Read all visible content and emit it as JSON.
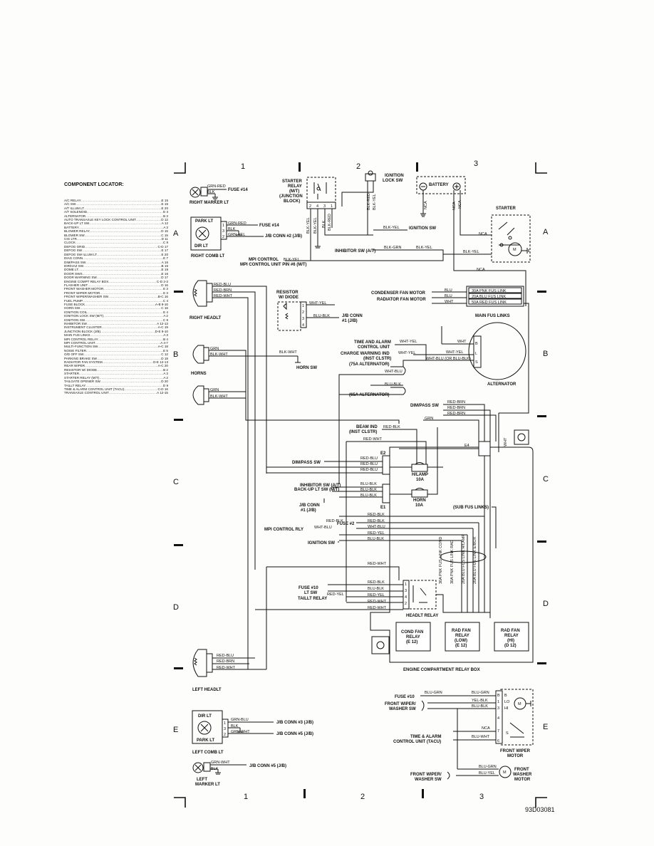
{
  "grid": {
    "columns": [
      "1",
      "2",
      "3"
    ],
    "rows": [
      "A",
      "B",
      "C",
      "D",
      "E"
    ]
  },
  "figure_id": "93D03081",
  "locator": {
    "title": "COMPONENT LOCATOR:",
    "items": [
      {
        "name": "A/C RELAY",
        "ref": "E 15"
      },
      {
        "name": "A/C SW",
        "ref": "E 15"
      },
      {
        "name": "A/T ILLUM LT",
        "ref": "E 20"
      },
      {
        "name": "A/T SOLENOID",
        "ref": "D 3"
      },
      {
        "name": "ALTERNATOR",
        "ref": "B 3"
      },
      {
        "name": "AUTO TRANSAXLE KEY LOCK CONTROL UNIT",
        "ref": "D 12"
      },
      {
        "name": "BACK-UP LT SW",
        "ref": "A 12"
      },
      {
        "name": "BATTERY",
        "ref": "A 3"
      },
      {
        "name": "BLOWER RELAY",
        "ref": "D 15"
      },
      {
        "name": "BLOWER SW",
        "ref": "C 15"
      },
      {
        "name": "CIG LTR",
        "ref": "D 11"
      },
      {
        "name": "CLOCK",
        "ref": "C 8"
      },
      {
        "name": "DEFOG GRID",
        "ref": "C-D 17"
      },
      {
        "name": "DEFOG SW",
        "ref": "E 17"
      },
      {
        "name": "DEFOG SW ILLUM LT",
        "ref": "E 20"
      },
      {
        "name": "DIAG CONN",
        "ref": "E 7"
      },
      {
        "name": "DIM/PASS SW",
        "ref": "A 16"
      },
      {
        "name": "DIR/HAZ SW",
        "ref": "B 16"
      },
      {
        "name": "DOME LT",
        "ref": "E 19"
      },
      {
        "name": "DOOR SWS",
        "ref": "E 16"
      },
      {
        "name": "DOOR WARNING SW",
        "ref": "D 17"
      },
      {
        "name": "ENGINE COMPT RELAY BOX",
        "ref": "C-D 2-3"
      },
      {
        "name": "FLASHER UNIT",
        "ref": "D 16"
      },
      {
        "name": "FRONT WASHER MOTOR",
        "ref": "E 3"
      },
      {
        "name": "FRONT WIPER MOTOR",
        "ref": "E 3"
      },
      {
        "name": "FRONT WIPER/WASHER SW",
        "ref": "B-C 16"
      },
      {
        "name": "FUEL PUMP",
        "ref": "C 4"
      },
      {
        "name": "FUSE BLOCK",
        "ref": "A-B 9-10"
      },
      {
        "name": "HORN SW",
        "ref": "C 16"
      },
      {
        "name": "IGNITION COIL",
        "ref": "E 4"
      },
      {
        "name": "IGNITION LOCK SW (M/T)",
        "ref": "A 2"
      },
      {
        "name": "IGNITION SW",
        "ref": "C 8"
      },
      {
        "name": "INHIBITOR SW",
        "ref": "A 12-13"
      },
      {
        "name": "INSTRUMENT CLUSTER",
        "ref": "A-C 19"
      },
      {
        "name": "JUNCTION BLOCK (J/B)",
        "ref": "D-E 9-10"
      },
      {
        "name": "MAIN FUS LINKS",
        "ref": "A 3"
      },
      {
        "name": "MPI CONTROL RELAY",
        "ref": "B 4"
      },
      {
        "name": "MPI CONTROL UNIT",
        "ref": "A 4-7"
      },
      {
        "name": "MULTI-FUNCTION SW",
        "ref": "A-C 18"
      },
      {
        "name": "NOISE FILTER",
        "ref": "E 5"
      },
      {
        "name": "O/D OFF SW",
        "ref": "C 12"
      },
      {
        "name": "PARKING BRAKE SW",
        "ref": "D 18"
      },
      {
        "name": "RADIATOR FAN SYSTEM",
        "ref": "D-E 12-13"
      },
      {
        "name": "REAR WIPER",
        "ref": "A-C 20"
      },
      {
        "name": "RESISTOR W/ DIODE",
        "ref": "B 2"
      },
      {
        "name": "STARTER",
        "ref": "A 3"
      },
      {
        "name": "STARTER RELAY (M/T)",
        "ref": "A 2"
      },
      {
        "name": "TAILGATE OPENER SW",
        "ref": "D 20"
      },
      {
        "name": "TAILLT RELAY",
        "ref": "D 9"
      },
      {
        "name": "TIME & ALARM CONTROL UNIT (TACU)",
        "ref": "C-D 16"
      },
      {
        "name": "TRANSAXLE CONTROL UNIT",
        "ref": "A 12-15"
      }
    ]
  },
  "components": {
    "right_marker_lt": "RIGHT MARKER LT",
    "park_lt": "PARK LT",
    "dir_lt": "DIR LT",
    "right_comb_lt": "RIGHT COMB LT",
    "right_headlt": "RIGHT HEADLT",
    "horns": "HORNS",
    "horn_sw": "HORN SW",
    "left_headlt": "LEFT HEADLT",
    "left_comb_lt": "LEFT COMB LT",
    "left_marker_lt": "LEFT MARKER LT",
    "starter_relay": "STARTER RELAY (M/T) (JUNCTION BLOCK)",
    "ignition_lock_sw": "IGNITION LOCK SW",
    "battery": "BATTERY",
    "starter": "STARTER",
    "resistor": "RESISTOR W/ DIODE",
    "alternator": "ALTERNATOR",
    "main_fus_links": "MAIN FUS LINKS",
    "relay_box": "ENGINE COMPARTMENT RELAY BOX",
    "headlt_relay": "HEADLT RELAY",
    "cond_fan_relay": "COND FAN RELAY (E 12)",
    "rad_fan_relay_low": "RAD FAN RELAY (LOW) (E 12)",
    "rad_fan_relay_hi": "RAD FAN RELAY (HI) (D 12)",
    "h_lamp": "H/LAMP 10A",
    "horn_fuse": "HORN 10A",
    "sub_fus_links": "(SUB FUS LINKS)",
    "front_wiper_motor": "FRONT WIPER MOTOR",
    "front_washer_motor": "FRONT WASHER MOTOR",
    "front_wiper_washer_sw": "FRONT WIPER/ WASHER SW",
    "front_wiper_washer_sw2": "FRONT WIPER/ WASHER SW",
    "tacu": "TIME & ALARM CONTROL UNIT (TACU)",
    "fuse14_a": "FUSE #14",
    "fuse14_b": "FUSE #14",
    "fuse10_a": "FUSE #10",
    "fuse10_b": "FUSE #10",
    "fuse2": "FUSE #2",
    "jb2": "J/B CONN #2 (J/B)",
    "jb1_a": "J/B CONN #1 (J/B)",
    "jb1_b": "J/B CONN #1 (J/B)",
    "jb3": "J/B CONN #3 (J/B)",
    "jb5_a": "J/B CONN #5 (J/B)",
    "jb5_b": "J/B CONN #5 (J/B)",
    "ignition_sw_a": "IGNITION SW",
    "ignition_sw_b": "IGNITION SW",
    "inhibitor_a": "INHIBITOR SW (A/T)",
    "inhibitor_b": "INHIBITOR SW (A/T)",
    "backup_lt_sw": "BACK-UP LT SW (M/T)",
    "mpi_unit": "MPI CONTROL UNIT PIN #6 (M/T)",
    "mpi_rly": "MPI CONTROL RLY",
    "condenser_fan_motor": "CONDENSER FAN MOTOR",
    "radiator_fan_motor": "RADIATOR FAN MOTOR",
    "tacu_upper": "TIME AND ALARM CONTROL UNIT",
    "charge_warning": "CHARGE WARNING IND (INST CLSTR)",
    "beam_ind": "BEAM IND (INST CLSTR)",
    "dim_pass_a": "DIM/PASS SW",
    "dim_pass_b": "DIM/PASS SW",
    "lt_sw": "LT SW",
    "taillt_relay": "TAILLT RELAY",
    "alt75": "(75A ALTERNATOR)",
    "alt65": "(65A ALTERNATOR)",
    "fus_links": [
      "30A PNK FUS LINK",
      "20A BLU FUS LINK",
      "50A RED FUS LINK"
    ],
    "sub_links": [
      "30A PNK FUS LINK COND",
      "30A PNK FUS LINK RAD",
      "20A BLU FUS LINK H/LAMP",
      "20A BLU FUS LINK E/BOX"
    ],
    "nca": "NCA",
    "splice_e1": "E1",
    "splice_e2": "E2",
    "splice_e4": "E4",
    "alt_b": "B",
    "alt_l": "L",
    "alt_s": "S",
    "motor_b": "B",
    "motor_lo": "LO",
    "motor_hi": "HI",
    "motor_s": "S"
  },
  "wires": {
    "grn_red": "GRN-RED",
    "blk": "BLK",
    "grn_yel": "GRN-YEL",
    "red_blu": "RED-BLU",
    "red_brn": "RED-BRN",
    "red_wht": "RED-WHT",
    "grn": "GRN",
    "blk_wht": "BLK-WHT",
    "wht_yel": "WHT-YEL",
    "blu_blk": "BLU-BLK",
    "blk_yel": "BLK-YEL",
    "blk_grn": "BLK-GRN",
    "blk_red": "BLK-RED",
    "blu": "BLU",
    "wht": "WHT",
    "wht_blu": "WHT-BLU",
    "wht_blu_or_blu_blk": "WHT-BLU (OR BLU-BLK)",
    "red_blk": "RED-BLK",
    "red_yel": "RED-YEL",
    "grn_blu": "GRN-BLU",
    "grn_wht": "GRN-WHT",
    "blu_grn": "BLU-GRN",
    "yel_blk": "YEL-BLK",
    "blu_wht": "BLU-WHT",
    "blu_yel": "BLU-YEL"
  }
}
